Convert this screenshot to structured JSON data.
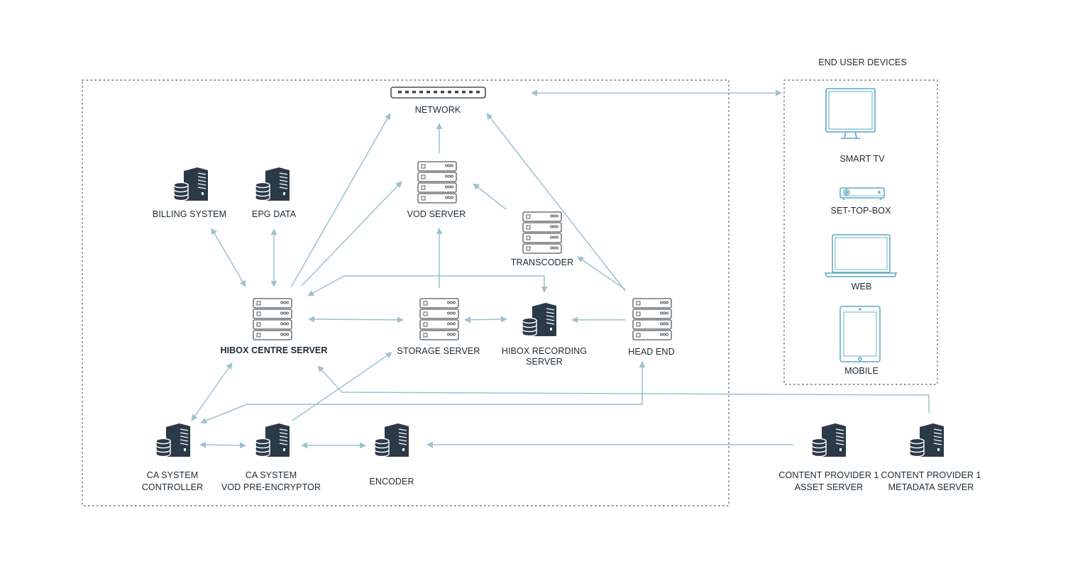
{
  "groups": {
    "end_user_devices_title": "END USER DEVICES"
  },
  "nodes": {
    "network": "NETWORK",
    "vod_server": "VOD SERVER",
    "billing_system": "BILLING SYSTEM",
    "epg_data": "EPG DATA",
    "transcoder": "TRANSCODER",
    "hibox_centre_server": "HIBOX CENTRE SERVER",
    "storage_server": "STORAGE SERVER",
    "hibox_recording_server": [
      "HIBOX RECORDING",
      "SERVER"
    ],
    "head_end": "HEAD END",
    "ca_system_controller": [
      "CA SYSTEM",
      "CONTROLLER"
    ],
    "ca_system_vod_pre_encryptor": [
      "CA SYSTEM",
      "VOD PRE-ENCRYPTOR"
    ],
    "encoder": "ENCODER",
    "content_provider_asset_server": [
      "CONTENT PROVIDER 1",
      "ASSET SERVER"
    ],
    "content_provider_metadata_server": [
      "CONTENT PROVIDER 1",
      "METADATA SERVER"
    ],
    "smart_tv": "SMART TV",
    "set_top_box": "SET-TOP-BOX",
    "web": "WEB",
    "mobile": "MOBILE"
  },
  "colors": {
    "arrow": "#9cc2cf",
    "building": "#2b3a48",
    "rack_stroke": "#54595e",
    "device_stroke": "#5aa9c2",
    "border_dots": "#6d6d6d"
  },
  "icons": {
    "network": "network-switch-icon",
    "rack": "server-rack-icon",
    "building": "database-building-icon",
    "tv": "smart-tv-icon",
    "stb": "set-top-box-icon",
    "laptop": "laptop-icon",
    "tablet": "tablet-icon"
  }
}
